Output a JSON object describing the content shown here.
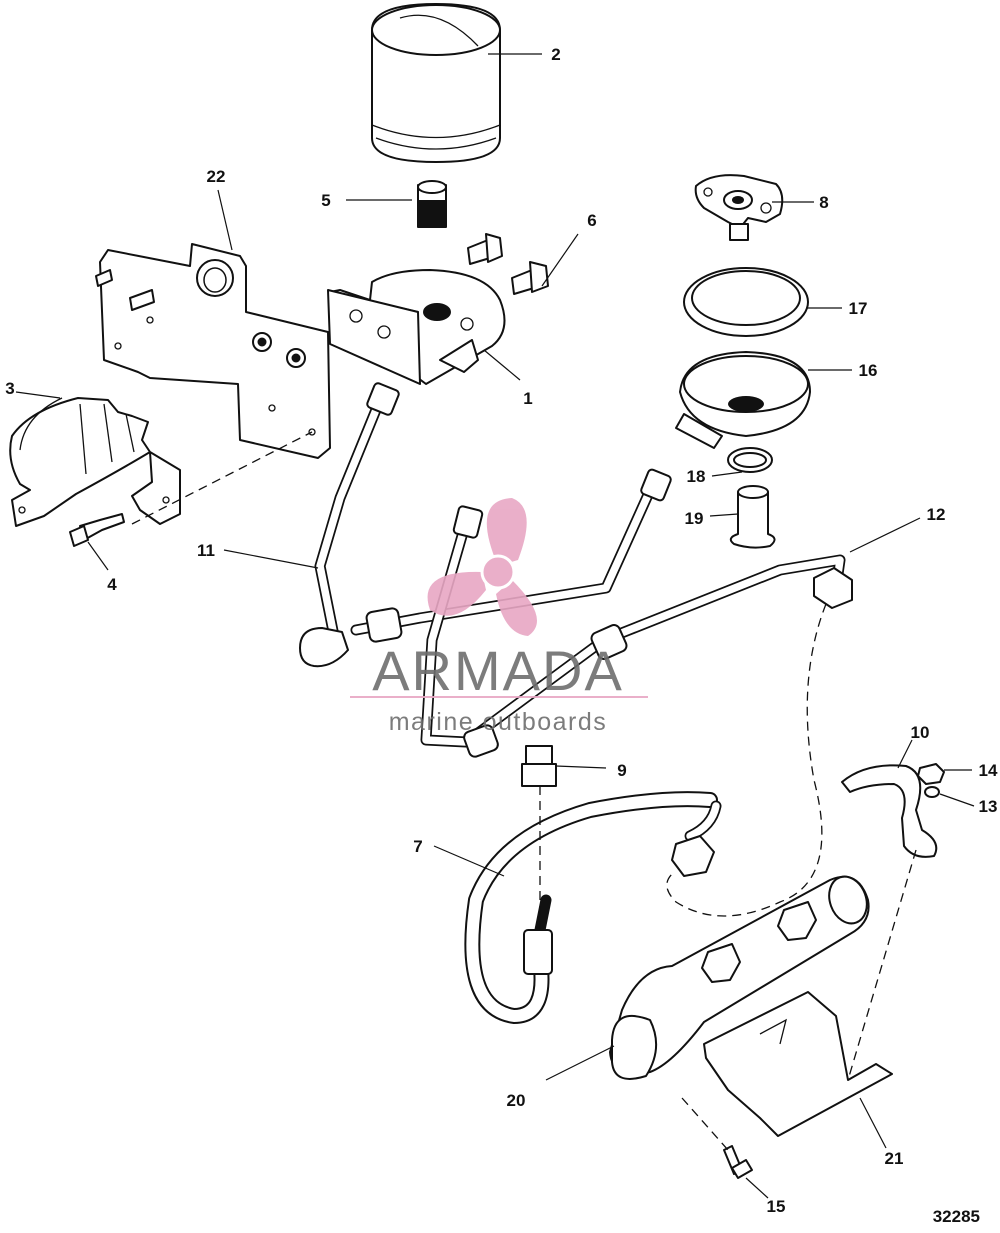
{
  "diagram": {
    "drawing_number": "32285",
    "watermark": {
      "brand": "ARMADA",
      "tagline": "marine outboards",
      "color": "#e8a7c4",
      "text_color": "#6e6e6e"
    },
    "callouts": [
      {
        "id": "c1",
        "label": "1"
      },
      {
        "id": "c2",
        "label": "2"
      },
      {
        "id": "c3",
        "label": "3"
      },
      {
        "id": "c4",
        "label": "4"
      },
      {
        "id": "c5",
        "label": "5"
      },
      {
        "id": "c6",
        "label": "6"
      },
      {
        "id": "c7",
        "label": "7"
      },
      {
        "id": "c8",
        "label": "8"
      },
      {
        "id": "c9",
        "label": "9"
      },
      {
        "id": "c10",
        "label": "10"
      },
      {
        "id": "c11",
        "label": "11"
      },
      {
        "id": "c12",
        "label": "12"
      },
      {
        "id": "c13",
        "label": "13"
      },
      {
        "id": "c14",
        "label": "14"
      },
      {
        "id": "c15",
        "label": "15"
      },
      {
        "id": "c16",
        "label": "16"
      },
      {
        "id": "c17",
        "label": "17"
      },
      {
        "id": "c18",
        "label": "18"
      },
      {
        "id": "c19",
        "label": "19"
      },
      {
        "id": "c20",
        "label": "20"
      },
      {
        "id": "c21",
        "label": "21"
      },
      {
        "id": "c22",
        "label": "22"
      }
    ]
  }
}
